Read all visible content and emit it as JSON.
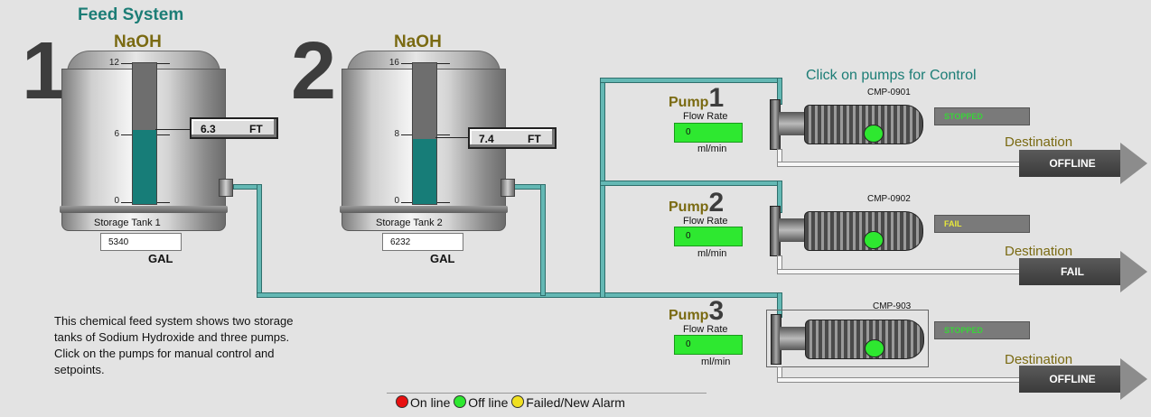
{
  "header": {
    "title": "Feed System",
    "control_hint": "Click on pumps for Control"
  },
  "tanks": [
    {
      "number": "1",
      "chemical": "NaOH",
      "scale": [
        "12",
        "6",
        "0"
      ],
      "level_fraction": 0.525,
      "level_value": "6.3",
      "level_unit": "FT",
      "name": "Storage Tank 1",
      "volume": "5340",
      "volume_unit": "GAL"
    },
    {
      "number": "2",
      "chemical": "NaOH",
      "scale": [
        "16",
        "8",
        "0"
      ],
      "level_fraction": 0.4625,
      "level_value": "7.4",
      "level_unit": "FT",
      "name": "Storage Tank 2",
      "volume": "6232",
      "volume_unit": "GAL"
    }
  ],
  "pumps": [
    {
      "word": "Pump",
      "number": "1",
      "flow_label": "Flow Rate",
      "flow_value": "0",
      "flow_unit": "ml/min",
      "tag": "CMP-0901",
      "status": "STOPPED",
      "status_color": "#3ad33a",
      "destination_label": "Destination",
      "destination_value": "OFFLINE"
    },
    {
      "word": "Pump",
      "number": "2",
      "flow_label": "Flow Rate",
      "flow_value": "0",
      "flow_unit": "ml/min",
      "tag": "CMP-0902",
      "status": "FAIL",
      "status_color": "#e8e83a",
      "destination_label": "Destination",
      "destination_value": "FAIL"
    },
    {
      "word": "Pump",
      "number": "3",
      "flow_label": "Flow Rate",
      "flow_value": "0",
      "flow_unit": "ml/min",
      "tag": "CMP-903",
      "status": "STOPPED",
      "status_color": "#3ad33a",
      "destination_label": "Destination",
      "destination_value": "OFFLINE"
    }
  ],
  "description": [
    "This chemical feed system shows two storage",
    "tanks of Sodium Hydroxide and three pumps.",
    "Click on the pumps for manual control and",
    "setpoints."
  ],
  "legend": [
    {
      "label": "On line",
      "color": "#e81010"
    },
    {
      "label": "Off line",
      "color": "#2ee830"
    },
    {
      "label": "Failed/New Alarm",
      "color": "#f0e020"
    }
  ]
}
